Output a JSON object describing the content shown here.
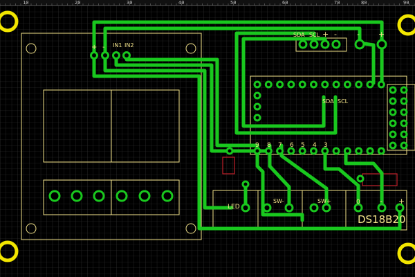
{
  "ruler": {
    "ticks": [
      "10",
      "20",
      "30",
      "40",
      "50",
      "60",
      "70",
      "80",
      "90"
    ]
  },
  "labels": {
    "plus_a": "+",
    "minus_a": "-",
    "in1": "IN1",
    "in2": "IN2",
    "sda_top": "SDA",
    "scl_top": "SCL",
    "plus_top": "+",
    "minus_top": "-",
    "minus_right": "-",
    "plus_right": "+",
    "sda_mid": "SDA",
    "scl_mid": "SCL",
    "pin9": "9",
    "pin8": "8",
    "pin7": "7",
    "pin6": "6",
    "pin5": "5",
    "pin4": "4",
    "pin3": "3",
    "led": "LED",
    "sw_minus": "SW-",
    "sw_plus": "SW+",
    "ds_0": "0",
    "ds_minus": "-",
    "ds_plus": "+",
    "sensor": "DS18B20"
  },
  "colors": {
    "background": "#000000",
    "grid": "#3a3a3a",
    "trace": "#19c81e",
    "pad": "#19c81e",
    "silkscreen": "#f4e48a",
    "mount_hole": "#f2e600",
    "resistor": "#c0202a"
  }
}
